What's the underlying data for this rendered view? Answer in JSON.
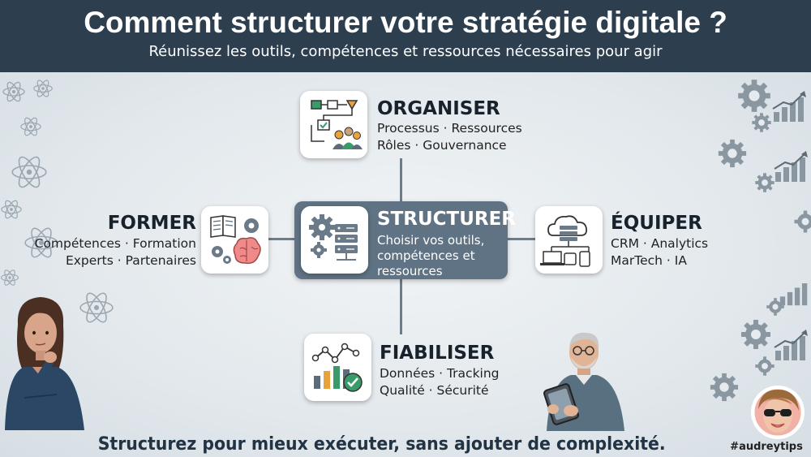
{
  "header": {
    "title": "Comment structurer votre stratégie digitale ?",
    "subtitle": "Réunissez les outils, compétences et ressources nécessaires pour agir"
  },
  "center": {
    "title": "STRUCTURER",
    "description": "Choisir vos outils, compétences et ressources",
    "icon": "gears-server-icon"
  },
  "nodes": {
    "organiser": {
      "title": "ORGANISER",
      "line1": "Processus · Ressources",
      "line2": "Rôles · Gouvernance",
      "icon": "workflow-team-icon"
    },
    "former": {
      "title": "FORMER",
      "line1": "Compétences · Formation",
      "line2": "Experts · Partenaires",
      "icon": "book-brain-icon"
    },
    "equiper": {
      "title": "ÉQUIPER",
      "line1": "CRM · Analytics",
      "line2": "MarTech · IA",
      "icon": "cloud-devices-icon"
    },
    "fiabiliser": {
      "title": "FIABILISER",
      "line1": "Données · Tracking",
      "line2": "Qualité · Sécurité",
      "icon": "chart-check-icon"
    }
  },
  "footer": {
    "tagline": "Structurez pour mieux exécuter, sans ajouter de complexité.",
    "hashtag": "#audreytips"
  },
  "colors": {
    "header_bg": "#2d3e4f",
    "center_bg": "#5f7384",
    "connector": "#6c7d8c",
    "accent_green": "#3a9b6a"
  }
}
